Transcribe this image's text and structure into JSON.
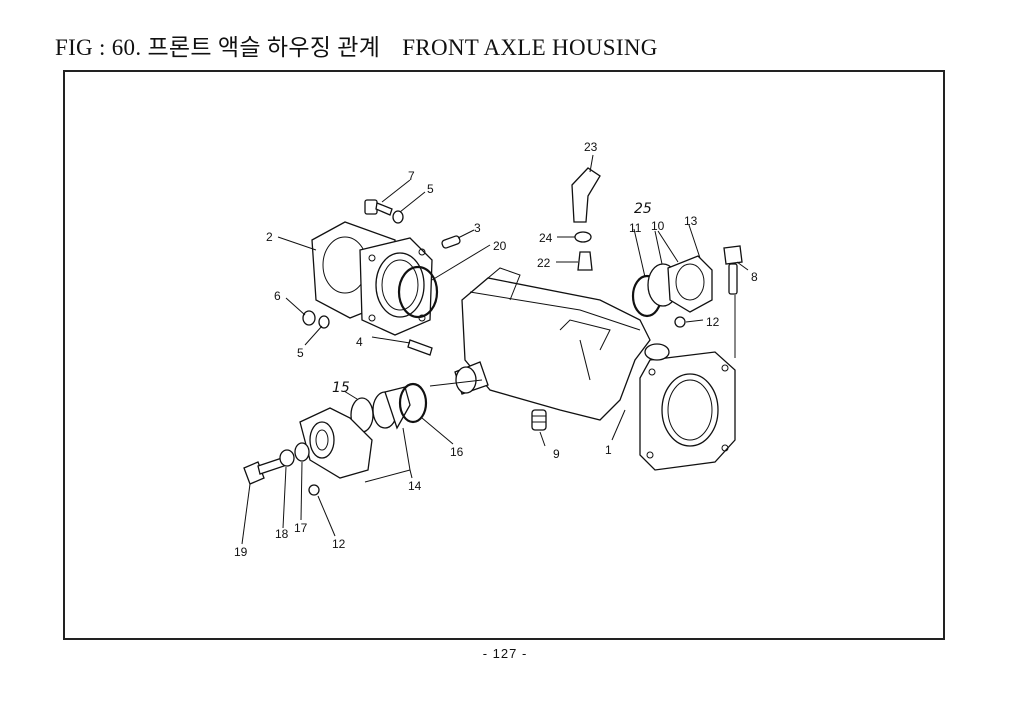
{
  "header": {
    "fig_label": "FIG : 60.",
    "title_ko": "프론트 액슬 하우징 관계",
    "title_en": "FRONT AXLE HOUSING"
  },
  "diagram": {
    "callouts": {
      "c1": "1",
      "c2": "2",
      "c3": "3",
      "c4": "4",
      "c5a": "5",
      "c5b": "5",
      "c6": "6",
      "c7": "7",
      "c8": "8",
      "c9": "9",
      "c10": "10",
      "c11": "11",
      "c12a": "12",
      "c12b": "12",
      "c13": "13",
      "c14": "14",
      "c15": "15",
      "c16": "16",
      "c17": "17",
      "c18": "18",
      "c19": "19",
      "c20": "20",
      "c22": "22",
      "c23": "23",
      "c24": "24",
      "c25": "25"
    }
  },
  "footer": {
    "page": "- 127 -"
  }
}
